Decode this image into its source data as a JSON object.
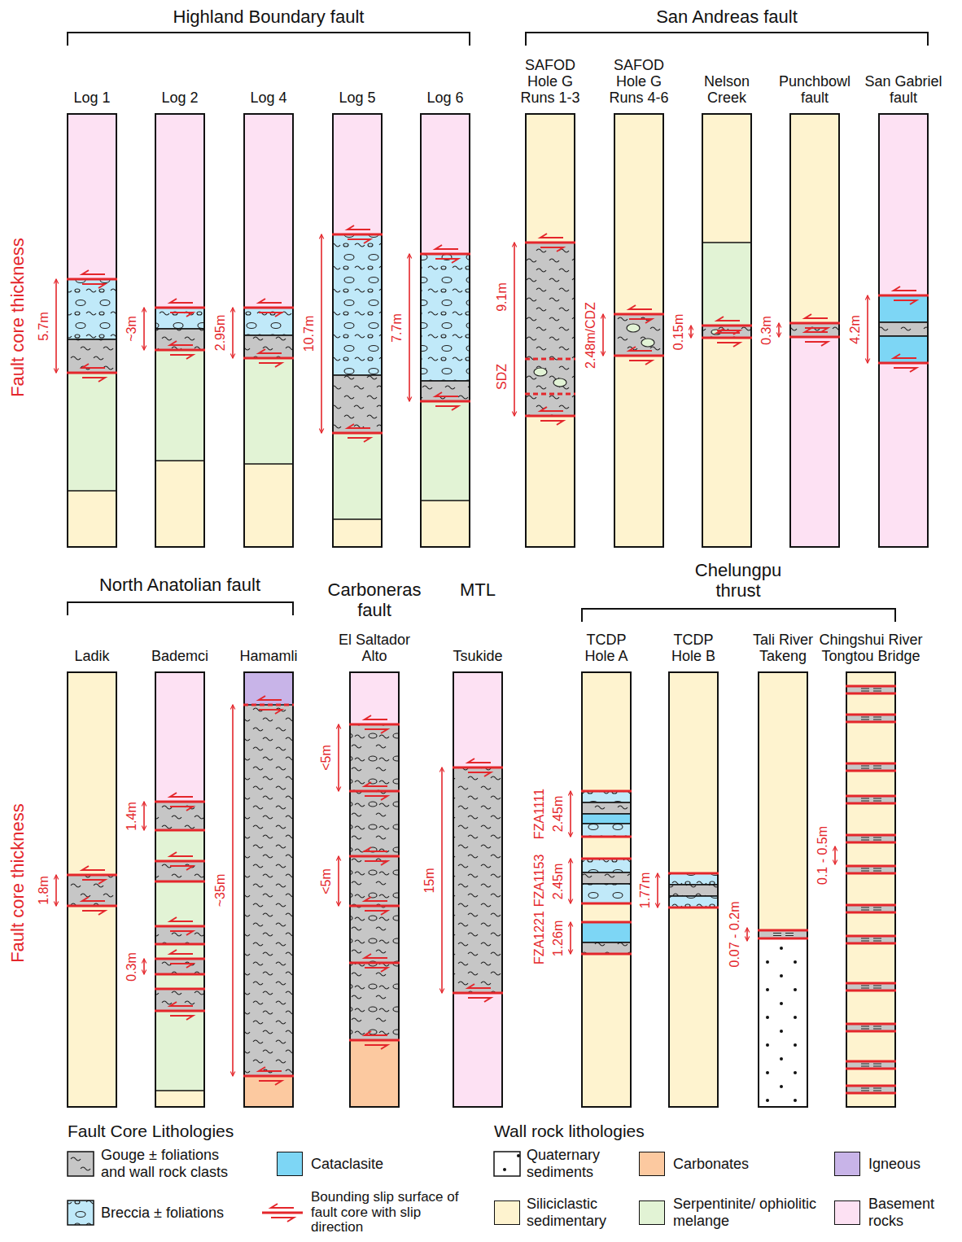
{
  "diagram": {
    "nodes": [
      {
        "text": [
          "Log 1"
        ]
      },
      {
        "text": [
          "Log 2"
        ]
      },
      {
        "text": [
          "Log 4"
        ]
      },
      {
        "text": [
          "Log 5"
        ]
      },
      {
        "text": [
          "Log 6"
        ]
      },
      {
        "text": [
          "SAFOD Hole G Runs 1-3"
        ]
      },
      {
        "text": [
          "SAFOD Hole G Runs 4-6"
        ]
      },
      {
        "text": [
          "Nelson Creek"
        ]
      },
      {
        "text": [
          "Punchbowl fault"
        ]
      },
      {
        "text": [
          "San Gabriel fault"
        ]
      },
      {
        "text": [
          "Ladik"
        ]
      },
      {
        "text": [
          "Bademci"
        ]
      },
      {
        "text": [
          "Hamamli"
        ]
      },
      {
        "text": [
          "El Saltador Alto"
        ]
      },
      {
        "text": [
          "Tsukide"
        ]
      },
      {
        "text": [
          "TCDP Hole A"
        ]
      },
      {
        "text": [
          "TCDP Hole B"
        ]
      },
      {
        "text": [
          "Tali River Takeng"
        ]
      },
      {
        "text": [
          "Chingshui River Tongtou Bridge"
        ]
      }
    ],
    "labels": [
      "Highland Boundary fault",
      "San Andreas fault",
      "Fault core thickness",
      "5.7m",
      "~3m",
      "2.95m",
      "10.7m",
      "7.7m",
      "9.1m",
      "SDZ",
      "2.48m/CDZ",
      "0.15m",
      "0.3m",
      "4.2m",
      "North Anatolian fault",
      "Carboneras fault",
      "MTL",
      "Chelungpu thrust",
      "Fault core thickness",
      "1.8m",
      "1.4m",
      "0.3m",
      "~35m",
      "<5m",
      "<5m",
      "15m",
      "FZA1111",
      "2.45m",
      "FZA1153",
      "2.45m",
      "FZA1221",
      "1.26m",
      "1.77m",
      "0.07 - 0.2m",
      "0.1 - 0.5m",
      "Fault Core Lithologies",
      "Wall rock lithologies"
    ],
    "legend": [
      {
        "text": "Gouge ± foliations and wall rock clasts"
      },
      {
        "text": "Cataclasite",
        "color": "#7dd6f5"
      },
      {
        "text": "Breccia ± foliations"
      },
      {
        "text": "Bounding slip surface of fault core with slip direction"
      },
      {
        "text": "Quaternary sediments"
      },
      {
        "text": "Carbonates",
        "color": "#fcc9a0"
      },
      {
        "text": "Igneous",
        "color": "#c8b4e8"
      },
      {
        "text": "Siliciclastic sedimentary",
        "color": "#fef3cf"
      },
      {
        "text": "Serpentinite/ ophiolitic melange",
        "color": "#e2f3d5"
      },
      {
        "text": "Basement rocks",
        "color": "#fde1f3"
      }
    ]
  }
}
